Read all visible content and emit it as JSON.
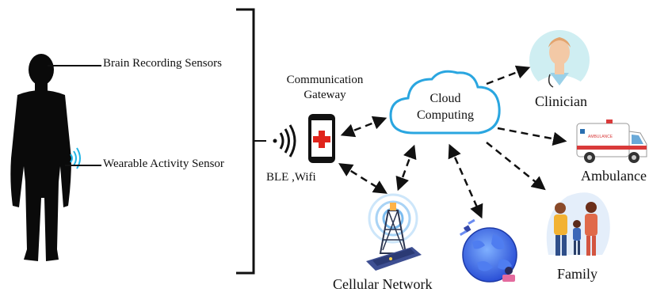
{
  "labels": {
    "brain_sensors": "Brain Recording Sensors",
    "wearable_sensor": "Wearable Activity Sensor",
    "gateway_line1": "Communication",
    "gateway_line2": "Gateway",
    "ble_wifi": "BLE ,Wifi",
    "cloud_line1": "Cloud",
    "cloud_line2": "Computing",
    "clinician": "Clinician",
    "ambulance": "Ambulance",
    "family": "Family",
    "cellular": "Cellular Network",
    "ambulance_sign": "AMBULANCE"
  },
  "colors": {
    "silhouette": "#0a0a0a",
    "cloud_stroke": "#2aa6e0",
    "cross": "#e0241b",
    "wifi_wave": "#22b5e5",
    "arrow": "#111111"
  },
  "icons": [
    "human-silhouette-icon",
    "smartphone-icon",
    "cloud-icon",
    "doctor-avatar-icon",
    "ambulance-icon",
    "family-icon",
    "cell-tower-icon",
    "globe-satellite-icon"
  ]
}
